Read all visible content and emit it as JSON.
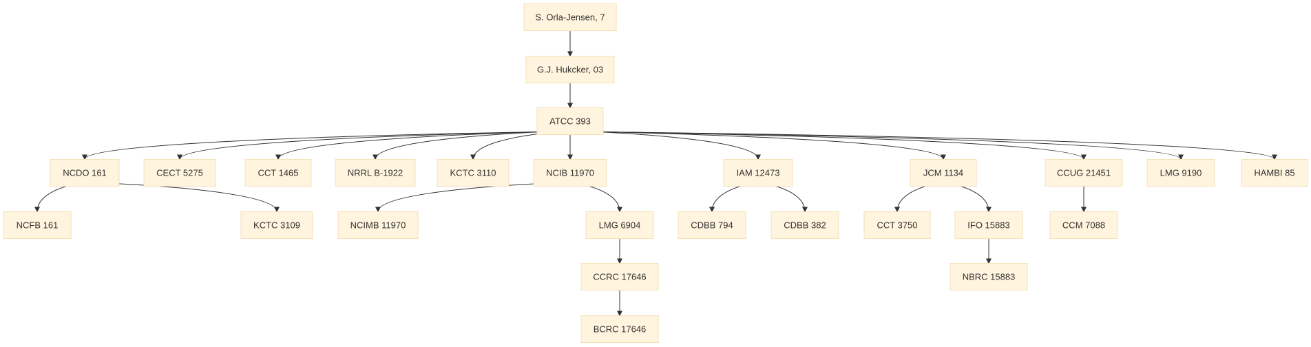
{
  "nodes": [
    {
      "id": "orla",
      "label": "S. Orla-Jensen, 7"
    },
    {
      "id": "hukcker",
      "label": "G.J. Hukcker, 03"
    },
    {
      "id": "atcc393",
      "label": "ATCC 393"
    },
    {
      "id": "ncdo161",
      "label": "NCDO 161"
    },
    {
      "id": "cect5275",
      "label": "CECT 5275"
    },
    {
      "id": "cct1465",
      "label": "CCT 1465"
    },
    {
      "id": "nrrlb1922",
      "label": "NRRL B-1922"
    },
    {
      "id": "kctc3110",
      "label": "KCTC 3110"
    },
    {
      "id": "ncib11970",
      "label": "NCIB 11970"
    },
    {
      "id": "iam12473",
      "label": "IAM 12473"
    },
    {
      "id": "jcm1134",
      "label": "JCM 1134"
    },
    {
      "id": "ccug21451",
      "label": "CCUG 21451"
    },
    {
      "id": "lmg9190",
      "label": "LMG 9190"
    },
    {
      "id": "hambi85",
      "label": "HAMBI 85"
    },
    {
      "id": "ncfb161",
      "label": "NCFB 161"
    },
    {
      "id": "kctc3109",
      "label": "KCTC 3109"
    },
    {
      "id": "ncimb11970",
      "label": "NCIMB 11970"
    },
    {
      "id": "lmg6904",
      "label": "LMG 6904"
    },
    {
      "id": "cdbb794",
      "label": "CDBB 794"
    },
    {
      "id": "cdbb382",
      "label": "CDBB 382"
    },
    {
      "id": "cct3750",
      "label": "CCT 3750"
    },
    {
      "id": "ifo15883",
      "label": "IFO 15883"
    },
    {
      "id": "ccm7088",
      "label": "CCM 7088"
    },
    {
      "id": "ccrc17646",
      "label": "CCRC 17646"
    },
    {
      "id": "nbrc15883",
      "label": "NBRC 15883"
    },
    {
      "id": "bcrc17646",
      "label": "BCRC 17646"
    }
  ],
  "edges": [
    [
      "orla",
      "hukcker"
    ],
    [
      "hukcker",
      "atcc393"
    ],
    [
      "atcc393",
      "ncdo161"
    ],
    [
      "atcc393",
      "cect5275"
    ],
    [
      "atcc393",
      "cct1465"
    ],
    [
      "atcc393",
      "nrrlb1922"
    ],
    [
      "atcc393",
      "kctc3110"
    ],
    [
      "atcc393",
      "ncib11970"
    ],
    [
      "atcc393",
      "iam12473"
    ],
    [
      "atcc393",
      "jcm1134"
    ],
    [
      "atcc393",
      "ccug21451"
    ],
    [
      "atcc393",
      "lmg9190"
    ],
    [
      "atcc393",
      "hambi85"
    ],
    [
      "ncdo161",
      "ncfb161"
    ],
    [
      "ncdo161",
      "kctc3109"
    ],
    [
      "ncib11970",
      "ncimb11970"
    ],
    [
      "ncib11970",
      "lmg6904"
    ],
    [
      "lmg6904",
      "ccrc17646"
    ],
    [
      "ccrc17646",
      "bcrc17646"
    ],
    [
      "iam12473",
      "cdbb794"
    ],
    [
      "iam12473",
      "cdbb382"
    ],
    [
      "jcm1134",
      "cct3750"
    ],
    [
      "jcm1134",
      "ifo15883"
    ],
    [
      "ifo15883",
      "nbrc15883"
    ],
    [
      "ccug21451",
      "ccm7088"
    ]
  ]
}
